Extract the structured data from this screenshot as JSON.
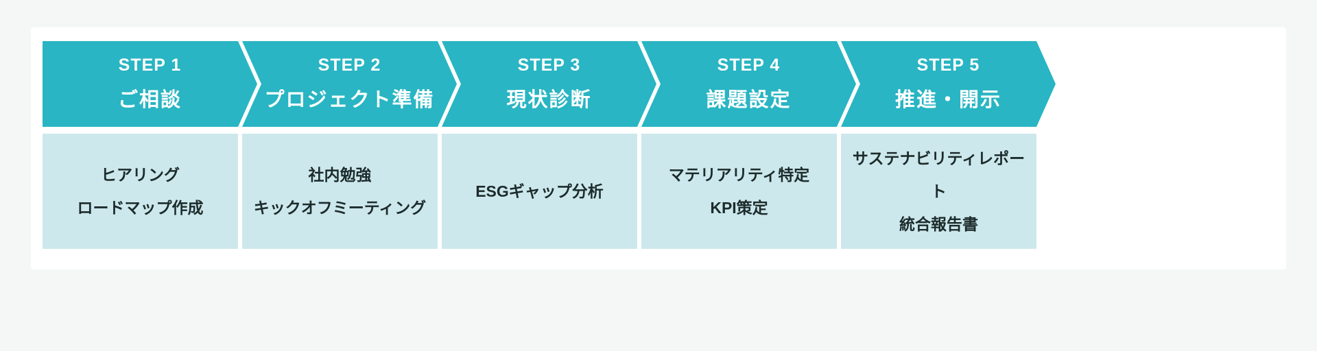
{
  "steps": [
    {
      "step_label": "STEP 1",
      "title": "ご相談",
      "details": [
        "ヒアリング",
        "ロードマップ作成"
      ]
    },
    {
      "step_label": "STEP 2",
      "title": "プロジェクト準備",
      "details": [
        "社内勉強",
        "キックオフミーティング"
      ]
    },
    {
      "step_label": "STEP 3",
      "title": "現状診断",
      "details": [
        "ESGギャップ分析"
      ]
    },
    {
      "step_label": "STEP 4",
      "title": "課題設定",
      "details": [
        "マテリアリティ特定",
        "KPI策定"
      ]
    },
    {
      "step_label": "STEP 5",
      "title": "推進・開示",
      "details": [
        "サステナビリティレポート",
        "統合報告書"
      ]
    }
  ],
  "colors": {
    "arrow": "#29b5c3",
    "arrow_text": "#ffffff",
    "box": "#cde8ec",
    "box_text": "#1c2b2b",
    "card": "#ffffff",
    "background": "#f5f7f7"
  }
}
